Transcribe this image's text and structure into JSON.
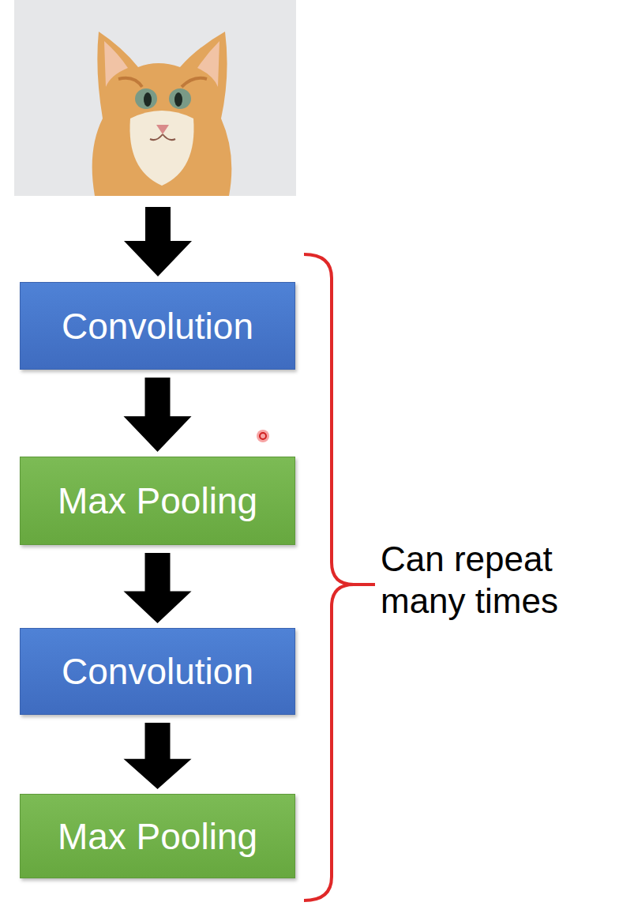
{
  "diagram": {
    "nodes": [
      {
        "text": [
          "Convolution"
        ]
      },
      {
        "text": [
          "Max Pooling"
        ]
      },
      {
        "text": [
          "Convolution"
        ]
      },
      {
        "text": [
          "Max Pooling"
        ]
      }
    ],
    "edges": [
      {
        "from": 0,
        "to": 1,
        "arrow": "to"
      },
      {
        "from": 1,
        "to": 2,
        "arrow": "to"
      },
      {
        "from": 2,
        "to": 3,
        "arrow": "to"
      }
    ],
    "labels": [
      "Can repeat many times"
    ]
  }
}
